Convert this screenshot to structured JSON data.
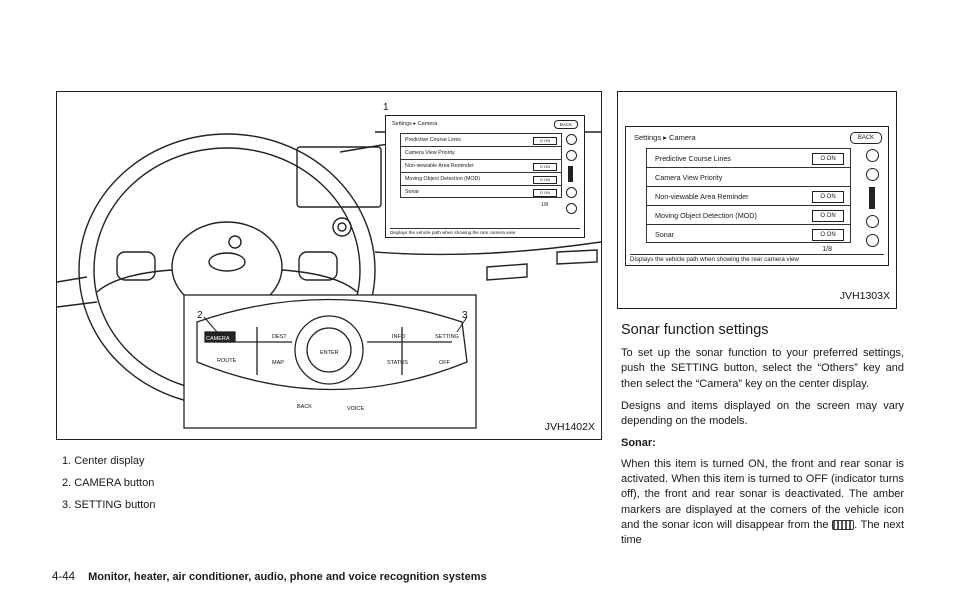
{
  "figure_left": {
    "code": "JVH1402X",
    "callouts": [
      "1",
      "2",
      "3"
    ],
    "screen": {
      "title": "Settings ▸ Camera",
      "back_label": "BACK",
      "items": [
        {
          "label": "Predictive Course Lines",
          "toggle": "O ON"
        },
        {
          "label": "Camera View Priority",
          "toggle": ""
        },
        {
          "label": "Non-viewable Area Reminder",
          "toggle": "O ON"
        },
        {
          "label": "Moving Object Detection (MOD)",
          "toggle": "O ON"
        },
        {
          "label": "Sonar",
          "toggle": "O ON"
        }
      ],
      "page": "1/8",
      "footer": "Displays the vehicle path when showing the rear camera view"
    },
    "panel_buttons": [
      "CAMERA",
      "DEST",
      "INFO",
      "SETTING",
      "ROUTE",
      "MAP",
      "STATUS",
      "OFF",
      "BACK",
      "VOICE",
      "ENTER"
    ]
  },
  "figure_right": {
    "code": "JVH1303X",
    "screen": {
      "title": "Settings ▸ Camera",
      "back_label": "BACK",
      "items": [
        {
          "label": "Predictive Course Lines",
          "toggle": "O ON"
        },
        {
          "label": "Camera View Priority",
          "toggle": ""
        },
        {
          "label": "Non-viewable Area Reminder",
          "toggle": "O ON"
        },
        {
          "label": "Moving Object Detection (MOD)",
          "toggle": "O ON"
        },
        {
          "label": "Sonar",
          "toggle": "O ON"
        }
      ],
      "page": "1/8",
      "footer": "Displays the vehicle path when showing the rear camera view"
    }
  },
  "captions": [
    "1. Center display",
    "2. CAMERA button",
    "3. SETTING button"
  ],
  "section": {
    "heading": "Sonar function settings",
    "p1": "To set up the sonar function to your preferred settings, push the SETTING button, select the “Others” key and then select the “Camera” key on the center display.",
    "p2": "Designs and items displayed on the screen may vary depending on the models.",
    "subheading": "Sonar:",
    "p3_before_icon": "When this item is turned ON, the front and rear sonar is activated. When this item is turned to OFF (indicator turns off), the front and rear sonar is deactivated. The amber markers are displayed at the corners of the vehicle icon and the sonar icon will disappear from the ",
    "p3_after_icon": ". The next time"
  },
  "footer": {
    "page_number": "4-44",
    "running_title": "Monitor, heater, air conditioner, audio, phone and voice recognition systems"
  }
}
